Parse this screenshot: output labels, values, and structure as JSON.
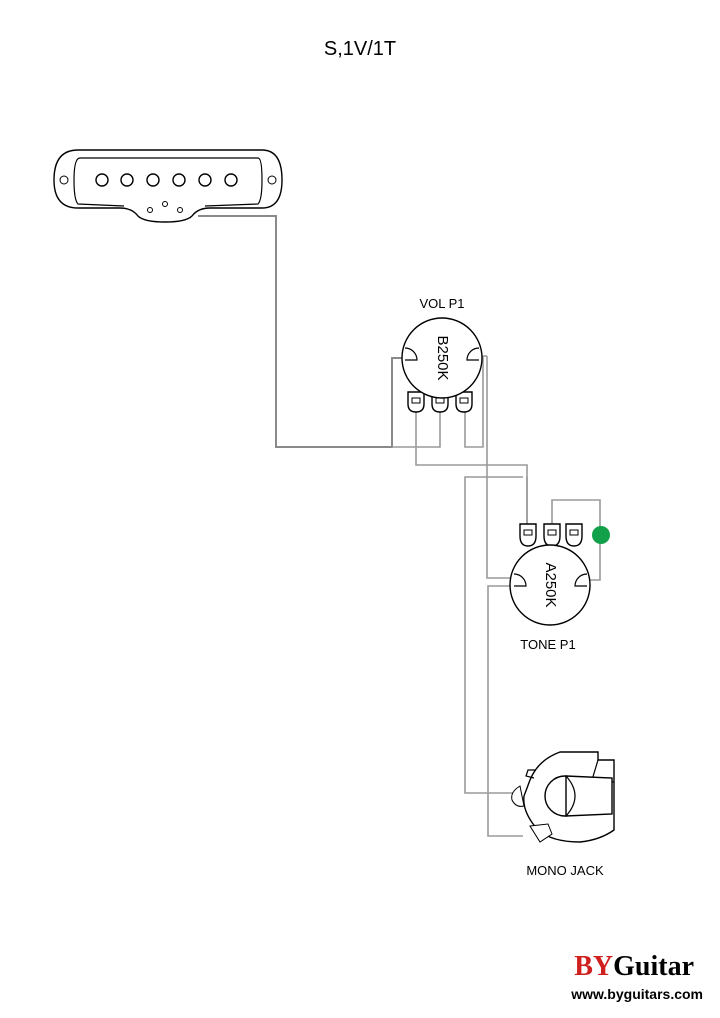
{
  "title": "S,1V/1T",
  "components": {
    "volume_label": "VOL P1",
    "volume_value": "B250K",
    "tone_label": "TONE P1",
    "tone_value": "A250K",
    "jack_label": "MONO JACK"
  },
  "branding": {
    "logo_by": "BY",
    "logo_guitar": "Guitar",
    "website": "www.byguitars.com"
  },
  "colors": {
    "logo_by": "#d01f1f",
    "logo_guitar": "#000000",
    "ground_dot": "#12a04a",
    "wire": "#9a9a9a"
  }
}
